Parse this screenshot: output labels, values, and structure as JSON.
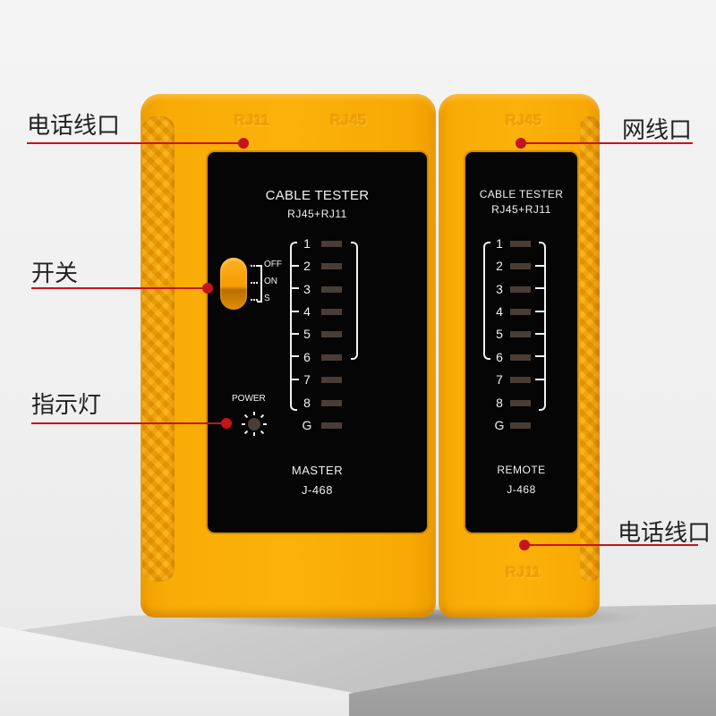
{
  "scene": {
    "subject": "Network cable tester (master + remote units) on a white pedestal",
    "colors": {
      "body": "#f9ac06",
      "panel": "#050505",
      "accent_red": "#c4141c",
      "led_off": "#4a3d36",
      "text_light": "#f2f2f2"
    }
  },
  "callouts": {
    "phone_port_top": "电话线口",
    "switch": "开关",
    "indicator": "指示灯",
    "network_port": "网线口",
    "phone_port_bottom": "电话线口"
  },
  "master": {
    "embossed_ports": [
      "RJ11",
      "RJ45"
    ],
    "title": "CABLE TESTER",
    "subtitle": "RJ45+RJ11",
    "switch_positions": [
      "OFF",
      "ON",
      "S"
    ],
    "power_label": "POWER",
    "leds": [
      "1",
      "2",
      "3",
      "4",
      "5",
      "6",
      "7",
      "8",
      "G"
    ],
    "unit_label": "MASTER",
    "model": "J-468"
  },
  "remote": {
    "embossed_top": "RJ45",
    "embossed_bottom": "RJ11",
    "title": "CABLE TESTER",
    "subtitle": "RJ45+RJ11",
    "leds": [
      "1",
      "2",
      "3",
      "4",
      "5",
      "6",
      "7",
      "8",
      "G"
    ],
    "unit_label": "REMOTE",
    "model": "J-468"
  }
}
